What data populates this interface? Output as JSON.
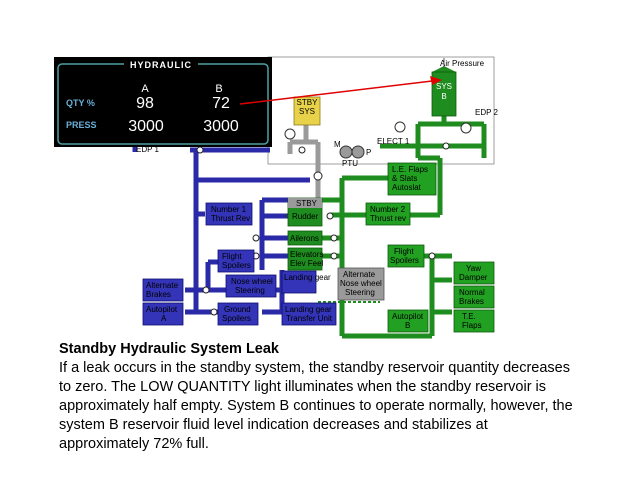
{
  "display": {
    "title": "HYDRAULIC",
    "col_a": "A",
    "col_b": "B",
    "qty_label": "QTY %",
    "press_label": "PRESS",
    "qty_a": "98",
    "qty_b": "72",
    "press_a": "3000",
    "press_b": "3000"
  },
  "labels": {
    "air_pressure": "Air Pressure",
    "sys_b_1": "SYS",
    "sys_b_2": "B",
    "stby_sys_1": "STBY",
    "stby_sys_2": "SYS",
    "edp2": "EDP 2",
    "edp1": "EDP 1",
    "elect1": "ELECT 1",
    "m": "M",
    "p": "P",
    "ptu": "PTU",
    "le_flaps_1": "L.E. Flaps",
    "le_flaps_2": "& Slats",
    "le_flaps_3": "Autoslat",
    "stby_rudder": "STBY",
    "rudder": "Rudder",
    "num1_1": "Number 1",
    "num1_2": "Thrust Rev",
    "num2_1": "Number 2",
    "num2_2": "Thrust rev",
    "ailerons": "Ailerons",
    "elevators_1": "Elevators",
    "elevators_2": "Elev Feel",
    "flight_spoilers_l_1": "Flight",
    "flight_spoilers_l_2": "Spoilers",
    "flight_spoilers_r_1": "Flight",
    "flight_spoilers_r_2": "Spoilers",
    "yaw_damper_1": "Yaw",
    "yaw_damper_2": "Damper",
    "alt_brakes_1": "Alternate",
    "alt_brakes_2": "Brakes",
    "nose_wheel_1": "Nose wheel",
    "nose_wheel_2": "Steering",
    "landing_gear": "Landing gear",
    "alt_nose_1": "Alternate",
    "alt_nose_2": "Nose wheel",
    "alt_nose_3": "Steering",
    "normal_brakes_1": "Normal",
    "normal_brakes_2": "Brakes",
    "autopilot_a_1": "Autopilot",
    "autopilot_a_2": "A",
    "ground_spoilers_1": "Ground",
    "ground_spoilers_2": "Spoilers",
    "lg_transfer_1": "Landing gear",
    "lg_transfer_2": "Transfer Unit",
    "autopilot_b_1": "Autopilot",
    "autopilot_b_2": "B",
    "te_flaps_1": "T.E.",
    "te_flaps_2": "Flaps"
  },
  "caption": {
    "title": "Standby Hydraulic System Leak",
    "body": "If a leak occurs in the standby system, the standby reservoir quantity decreases to zero. The LOW QUANTITY light illuminates when the standby reservoir is approximately half empty. System B continues to operate normally, however, the system B reservoir fluid level indication decreases and stabilizes at approximately 72% full."
  },
  "colors": {
    "system_a": "#2a2aa8",
    "system_b": "#1e8c1e",
    "standby": "#9a9a9a",
    "standby_reservoir": "#e8d24a",
    "component_blue": "#3434b8",
    "component_green": "#22a022",
    "display_bg": "#000000",
    "display_border": "#4fa0a0",
    "display_label": "#6ab0d8",
    "indicator_line": "#e00000"
  }
}
